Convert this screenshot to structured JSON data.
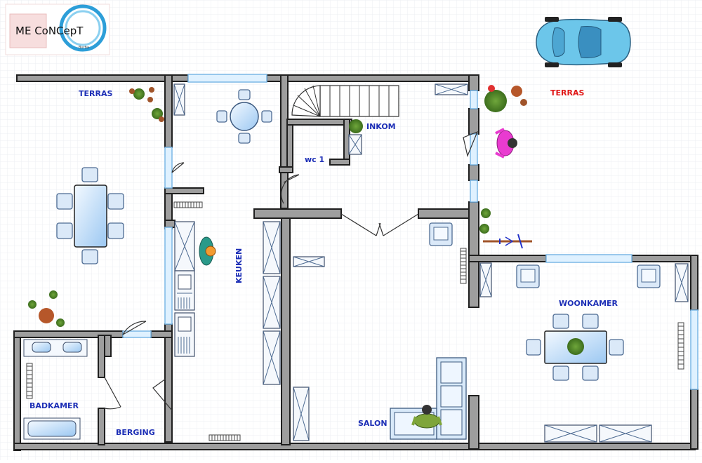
{
  "logo": {
    "name": "ME CoNCepT",
    "sub": "Burba"
  },
  "rooms": {
    "terras_west": "TERRAS",
    "terras_east": "TERRAS",
    "inkom": "INKOM",
    "wc": "wc 1",
    "keuken": "KEUKEN",
    "woonkamer": "WOONKAMER",
    "badkamer": "BADKAMER",
    "berging": "BERGING",
    "salon": "SALON"
  },
  "colors": {
    "wall": "#9e9e9e",
    "window": "#dff1ff",
    "label_blue": "#1d2fb6",
    "label_red": "#e01818",
    "car": "#6cc6ea"
  },
  "icons": [
    "car-icon",
    "plant-icon",
    "bicycle-icon",
    "person-kitchen-icon",
    "person-entrance-icon",
    "person-sofa-icon"
  ]
}
